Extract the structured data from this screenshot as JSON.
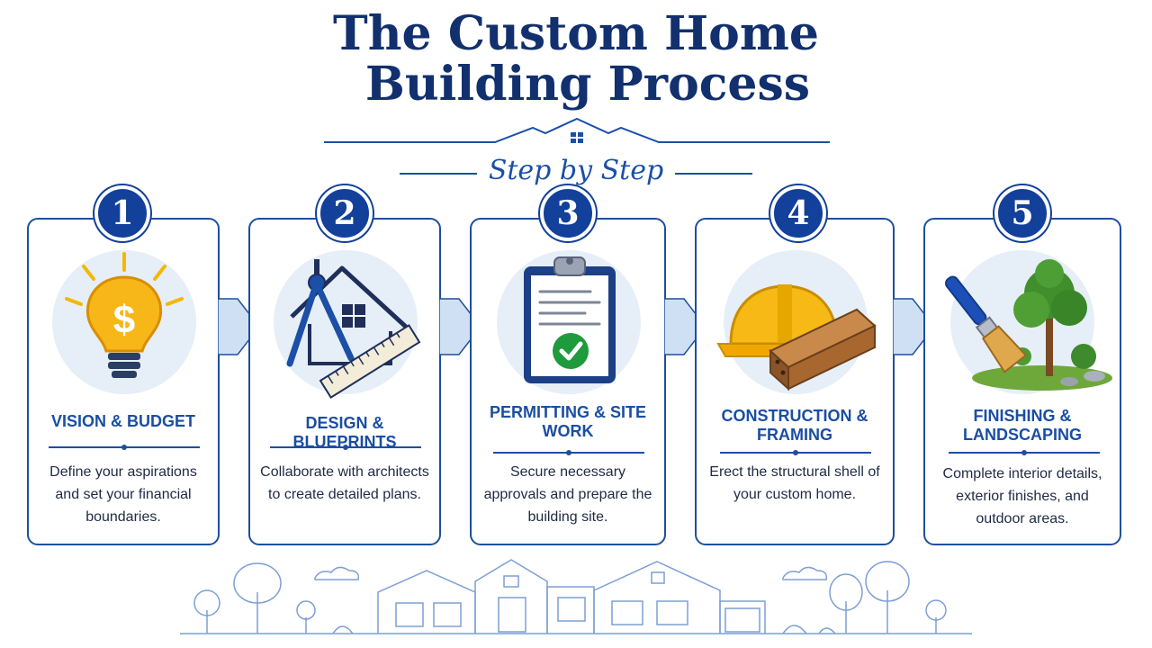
{
  "header": {
    "title_line1": "The Custom Home",
    "title_line2": "Building Process",
    "subtitle": "Step by Step"
  },
  "colors": {
    "navy": "#12306e",
    "accent_blue": "#1b4fa6",
    "badge_blue": "#12409a",
    "icon_bg": "#e6eef8",
    "arrow_fill": "#cfe0f5"
  },
  "steps": [
    {
      "number": "1",
      "title": "VISION & BUDGET",
      "description": "Define your aspirations and set your financial boundaries.",
      "icon": "lightbulb-dollar-icon"
    },
    {
      "number": "2",
      "title": "DESIGN & BLUEPRINTS",
      "description": "Collaborate with architects to create detailed plans.",
      "icon": "compass-ruler-house-icon"
    },
    {
      "number": "3",
      "title": "PERMITTING & SITE WORK",
      "description": "Secure necessary approvals and prepare the building site.",
      "icon": "clipboard-check-icon"
    },
    {
      "number": "4",
      "title": "CONSTRUCTION & FRAMING",
      "description": "Erect the structural shell of your custom home.",
      "icon": "hardhat-lumber-icon"
    },
    {
      "number": "5",
      "title": "FINISHING & LANDSCAPING",
      "description": "Complete interior details, exterior finishes, and outdoor areas.",
      "icon": "paintbrush-tree-icon"
    }
  ]
}
